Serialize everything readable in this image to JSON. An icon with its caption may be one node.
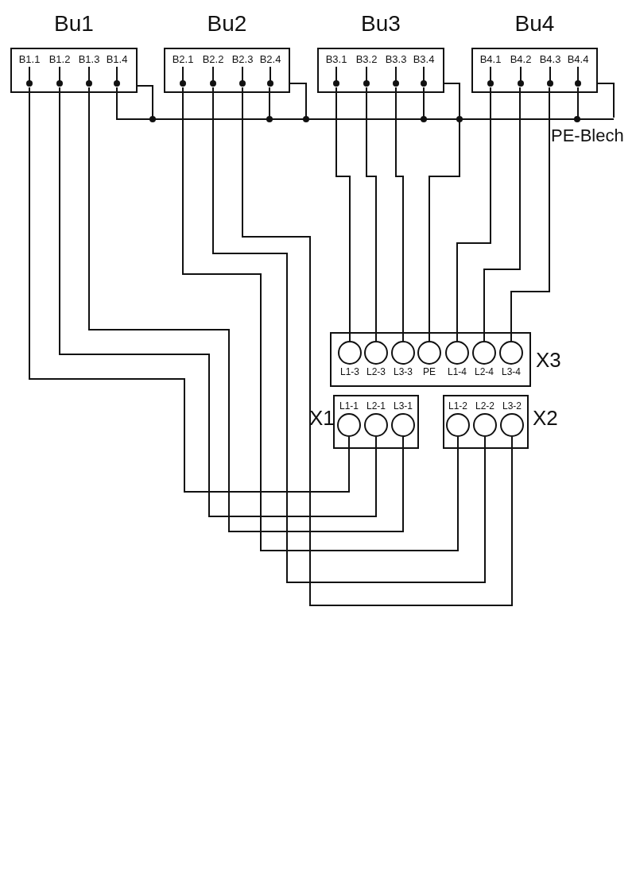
{
  "diagram": {
    "nodes": [
      {
        "text": [
          "Bu1"
        ]
      },
      {
        "text": [
          "B1.1"
        ],
        "in": 0
      },
      {
        "text": [
          "B1.2"
        ],
        "in": 0
      },
      {
        "text": [
          "B1.3"
        ],
        "in": 0
      },
      {
        "text": [
          "B1.4"
        ],
        "in": 0
      },
      {
        "text": [
          "Bu2"
        ]
      },
      {
        "text": [
          "B2.1"
        ],
        "in": 5
      },
      {
        "text": [
          "B2.2"
        ],
        "in": 5
      },
      {
        "text": [
          "B2.3"
        ],
        "in": 5
      },
      {
        "text": [
          "B2.4"
        ],
        "in": 5
      },
      {
        "text": [
          "Bu3"
        ]
      },
      {
        "text": [
          "B3.1"
        ],
        "in": 10
      },
      {
        "text": [
          "B3.2"
        ],
        "in": 10
      },
      {
        "text": [
          "B3.3"
        ],
        "in": 10
      },
      {
        "text": [
          "B3.4"
        ],
        "in": 10
      },
      {
        "text": [
          "Bu4"
        ]
      },
      {
        "text": [
          "B4.1"
        ],
        "in": 15
      },
      {
        "text": [
          "B4.2"
        ],
        "in": 15
      },
      {
        "text": [
          "B4.3"
        ],
        "in": 15
      },
      {
        "text": [
          "B4.4"
        ],
        "in": 15
      },
      {
        "text": [
          "PE-Blech"
        ]
      },
      {
        "text": [
          "X3"
        ]
      },
      {
        "text": [
          "L1-3"
        ],
        "in": 21
      },
      {
        "text": [
          "L2-3"
        ],
        "in": 21
      },
      {
        "text": [
          "L3-3"
        ],
        "in": 21
      },
      {
        "text": [
          "PE"
        ],
        "in": 21
      },
      {
        "text": [
          "L1-4"
        ],
        "in": 21
      },
      {
        "text": [
          "L2-4"
        ],
        "in": 21
      },
      {
        "text": [
          "L3-4"
        ],
        "in": 21
      },
      {
        "text": [
          "X1"
        ]
      },
      {
        "text": [
          "L1-1"
        ],
        "in": 29
      },
      {
        "text": [
          "L2-1"
        ],
        "in": 29
      },
      {
        "text": [
          "L3-1"
        ],
        "in": 29
      },
      {
        "text": [
          "X2"
        ]
      },
      {
        "text": [
          "L1-2"
        ],
        "in": 33
      },
      {
        "text": [
          "L2-2"
        ],
        "in": 33
      },
      {
        "text": [
          "L3-2"
        ],
        "in": 33
      }
    ],
    "edges": [
      {
        "from": 1,
        "to": 30,
        "arrow": "none"
      },
      {
        "from": 2,
        "to": 31,
        "arrow": "none"
      },
      {
        "from": 3,
        "to": 32,
        "arrow": "none"
      },
      {
        "from": 6,
        "to": 34,
        "arrow": "none"
      },
      {
        "from": 7,
        "to": 35,
        "arrow": "none"
      },
      {
        "from": 8,
        "to": 36,
        "arrow": "none"
      },
      {
        "from": 11,
        "to": 22,
        "arrow": "none"
      },
      {
        "from": 12,
        "to": 23,
        "arrow": "none"
      },
      {
        "from": 13,
        "to": 24,
        "arrow": "none"
      },
      {
        "from": 16,
        "to": 26,
        "arrow": "none"
      },
      {
        "from": 17,
        "to": 27,
        "arrow": "none"
      },
      {
        "from": 18,
        "to": 28,
        "arrow": "none"
      },
      {
        "from": 4,
        "to": 20,
        "arrow": "none"
      },
      {
        "from": 9,
        "to": 20,
        "arrow": "none"
      },
      {
        "from": 14,
        "to": 20,
        "arrow": "none"
      },
      {
        "from": 19,
        "to": 20,
        "arrow": "none"
      },
      {
        "from": 0,
        "to": 20,
        "arrow": "none"
      },
      {
        "from": 5,
        "to": 20,
        "arrow": "none"
      },
      {
        "from": 10,
        "to": 20,
        "arrow": "none"
      },
      {
        "from": 15,
        "to": 20,
        "arrow": "none"
      },
      {
        "from": 20,
        "to": 25,
        "arrow": "none"
      }
    ]
  }
}
